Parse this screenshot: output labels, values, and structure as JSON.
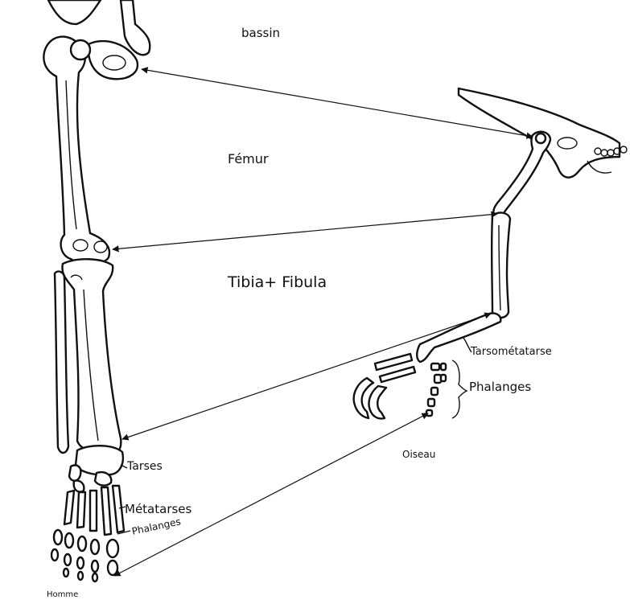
{
  "labels": {
    "bassin": "bassin",
    "femur": "Fémur",
    "tibia_fibula": "Tibia+ Fibula",
    "tarsometatarse": "Tarsométatarse",
    "phalanges_oiseau": "Phalanges",
    "oiseau": "Oiseau",
    "tarses": "Tarses",
    "metatarses": "Métatarses",
    "phalanges_homme": "Phalanges",
    "homme": "Homme"
  }
}
